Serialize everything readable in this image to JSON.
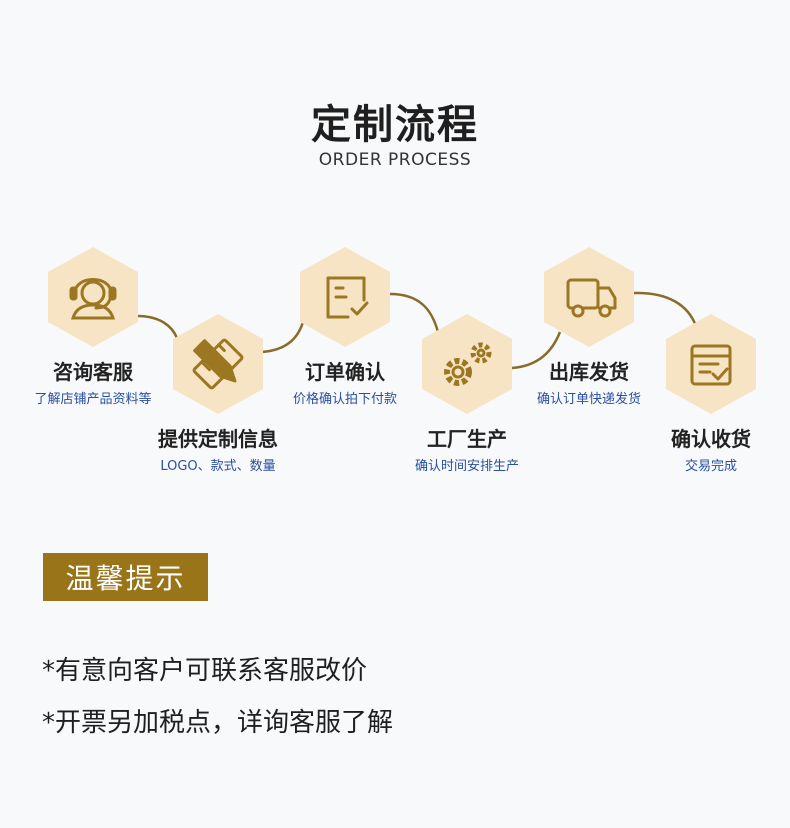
{
  "title": "定制流程",
  "subtitle": "ORDER PROCESS",
  "accent_color": "#9a7418",
  "hex_color": "#f7e4c4",
  "icon_color": "#9b7722",
  "steps": [
    {
      "title": "咨询客服",
      "desc": "了解店铺产品资料等",
      "icon": "headset-icon"
    },
    {
      "title": "提供定制信息",
      "desc": "LOGO、款式、数量",
      "icon": "pencil-ruler-icon"
    },
    {
      "title": "订单确认",
      "desc": "价格确认拍下付款",
      "icon": "order-check-icon"
    },
    {
      "title": "工厂生产",
      "desc": "确认时间安排生产",
      "icon": "gears-icon"
    },
    {
      "title": "出库发货",
      "desc": "确认订单快递发货",
      "icon": "truck-icon"
    },
    {
      "title": "确认收货",
      "desc": "交易完成",
      "icon": "box-check-icon"
    }
  ],
  "tips": {
    "label": "温馨提示",
    "lines": [
      "*有意向客户可联系客服改价",
      "*开票另加税点，详询客服了解"
    ]
  }
}
